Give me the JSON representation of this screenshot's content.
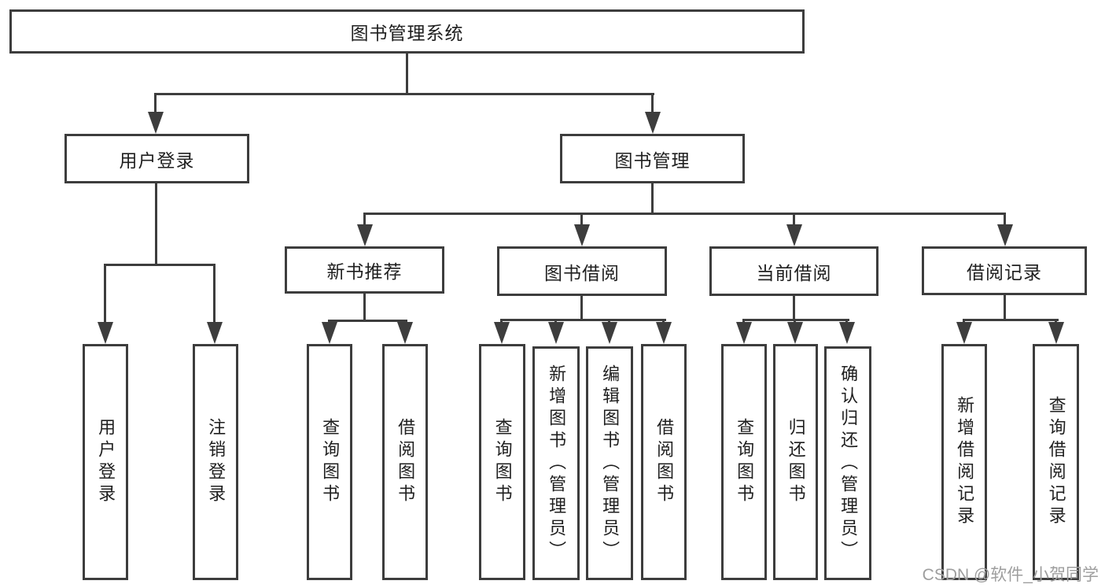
{
  "tree": {
    "root": {
      "label": "图书管理系统"
    },
    "user_login": {
      "label": "用户登录",
      "children": [
        {
          "label": "用户登录"
        },
        {
          "label": "注销登录"
        }
      ]
    },
    "book_mgmt": {
      "label": "图书管理"
    },
    "new_books": {
      "label": "新书推荐",
      "children": [
        {
          "label": "查询图书"
        },
        {
          "label": "借阅图书"
        }
      ]
    },
    "borrowing": {
      "label": "图书借阅",
      "children": [
        {
          "label": "查询图书"
        },
        {
          "label": "新增图书（管理员）"
        },
        {
          "label": "编辑图书（管理员）"
        },
        {
          "label": "借阅图书"
        }
      ]
    },
    "current": {
      "label": "当前借阅",
      "children": [
        {
          "label": "查询图书"
        },
        {
          "label": "归还图书"
        },
        {
          "label": "确认归还（管理员）"
        }
      ]
    },
    "records": {
      "label": "借阅记录",
      "children": [
        {
          "label": "新增借阅记录"
        },
        {
          "label": "查询借阅记录"
        }
      ]
    }
  },
  "watermark": "CSDN @软件_小贺同学",
  "colors": {
    "line": "#3d3d3d",
    "text": "#1f1f1f",
    "watermark": "#9e9e9e",
    "background": "#ffffff"
  }
}
